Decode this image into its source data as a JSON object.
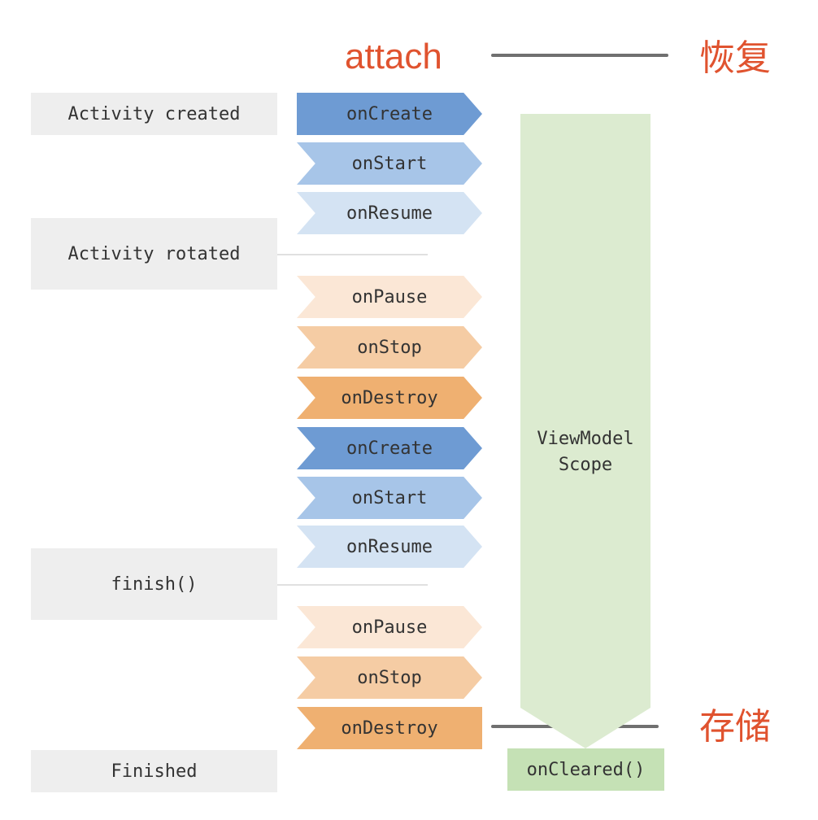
{
  "annotations": {
    "attach": "attach",
    "restore": "恢复",
    "store": "存储"
  },
  "states": {
    "created": "Activity created",
    "rotated": "Activity rotated",
    "finish": "finish()",
    "finished": "Finished"
  },
  "events": [
    {
      "label": "onCreate",
      "color": "#6e9bd3"
    },
    {
      "label": "onStart",
      "color": "#a7c5e8"
    },
    {
      "label": "onResume",
      "color": "#d4e3f3"
    },
    {
      "label": "onPause",
      "color": "#fbe7d6"
    },
    {
      "label": "onStop",
      "color": "#f5cca4"
    },
    {
      "label": "onDestroy",
      "color": "#efb071"
    },
    {
      "label": "onCreate",
      "color": "#6e9bd3"
    },
    {
      "label": "onStart",
      "color": "#a7c5e8"
    },
    {
      "label": "onResume",
      "color": "#d4e3f3"
    },
    {
      "label": "onPause",
      "color": "#fbe7d6"
    },
    {
      "label": "onStop",
      "color": "#f5cca4"
    },
    {
      "label": "onDestroy",
      "color": "#efb071"
    }
  ],
  "scope": {
    "line1": "ViewModel",
    "line2": "Scope",
    "color": "#dcebd0"
  },
  "cleared": "onCleared()"
}
